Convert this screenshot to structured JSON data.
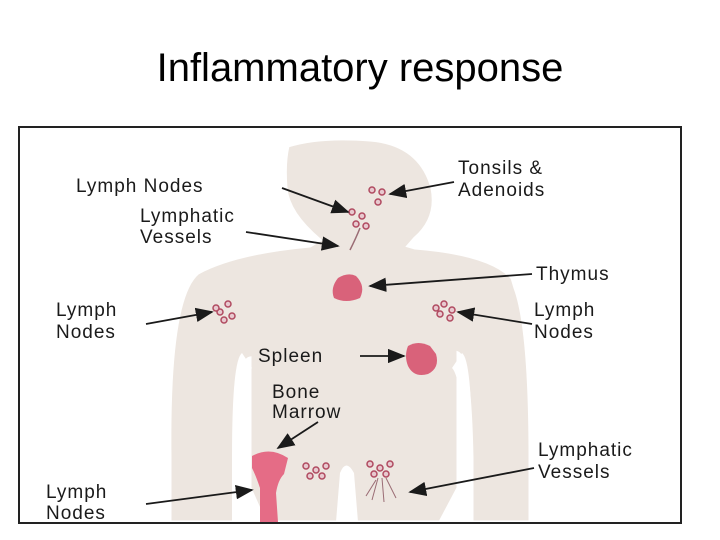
{
  "slide": {
    "title": "Inflammatory response"
  },
  "diagram": {
    "labels": {
      "lymph_nodes_neck": "Lymph Nodes",
      "lymphatic_vessels_neck_1": "Lymphatic",
      "lymphatic_vessels_neck_2": "Vessels",
      "tonsils_1": "Tonsils &",
      "tonsils_2": "Adenoids",
      "thymus": "Thymus",
      "lymph_nodes_left_1": "Lymph",
      "lymph_nodes_left_2": "Nodes",
      "lymph_nodes_right_1": "Lymph",
      "lymph_nodes_right_2": "Nodes",
      "spleen": "Spleen",
      "bone_marrow_1": "Bone",
      "bone_marrow_2": "Marrow",
      "lymphatic_vessels_groin_1": "Lymphatic",
      "lymphatic_vessels_groin_2": "Vessels",
      "lymph_nodes_groin_1": "Lymph",
      "lymph_nodes_groin_2": "Nodes"
    },
    "colors": {
      "body_fill": "#ede6e0",
      "body_outline": "#ffffff",
      "organ": "#d9627a",
      "node_fill": "#e8c9cf",
      "node_stroke": "#b04a60",
      "bone": "#e56c86",
      "line": "#1a1a1a"
    }
  }
}
